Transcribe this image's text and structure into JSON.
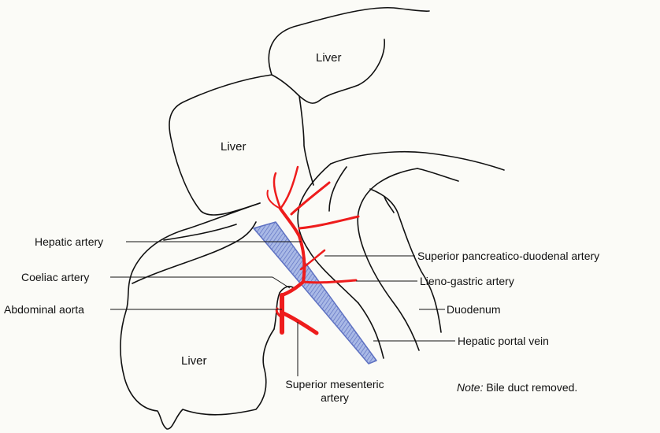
{
  "organs": {
    "liver_top": "Liver",
    "liver_middle": "Liver",
    "liver_bottom": "Liver"
  },
  "labels": {
    "hepatic_artery": "Hepatic artery",
    "coeliac_artery": "Coeliac artery",
    "abdominal_aorta": "Abdominal aorta",
    "superior_pancreatico_duodenal_artery": "Superior pancreatico-duodenal artery",
    "lieno_gastric_artery": "Lieno-gastric artery",
    "duodenum": "Duodenum",
    "hepatic_portal_vein": "Hepatic portal vein",
    "superior_mesenteric_artery_line1": "Superior mesenteric",
    "superior_mesenteric_artery_line2": "artery"
  },
  "note": {
    "prefix": "Note:",
    "text": " Bile duct removed."
  },
  "colors": {
    "artery": "#ee1c1c",
    "vein_fill": "#a9b9e6",
    "vein_hatch": "#5f72c2",
    "outline": "#111111"
  }
}
